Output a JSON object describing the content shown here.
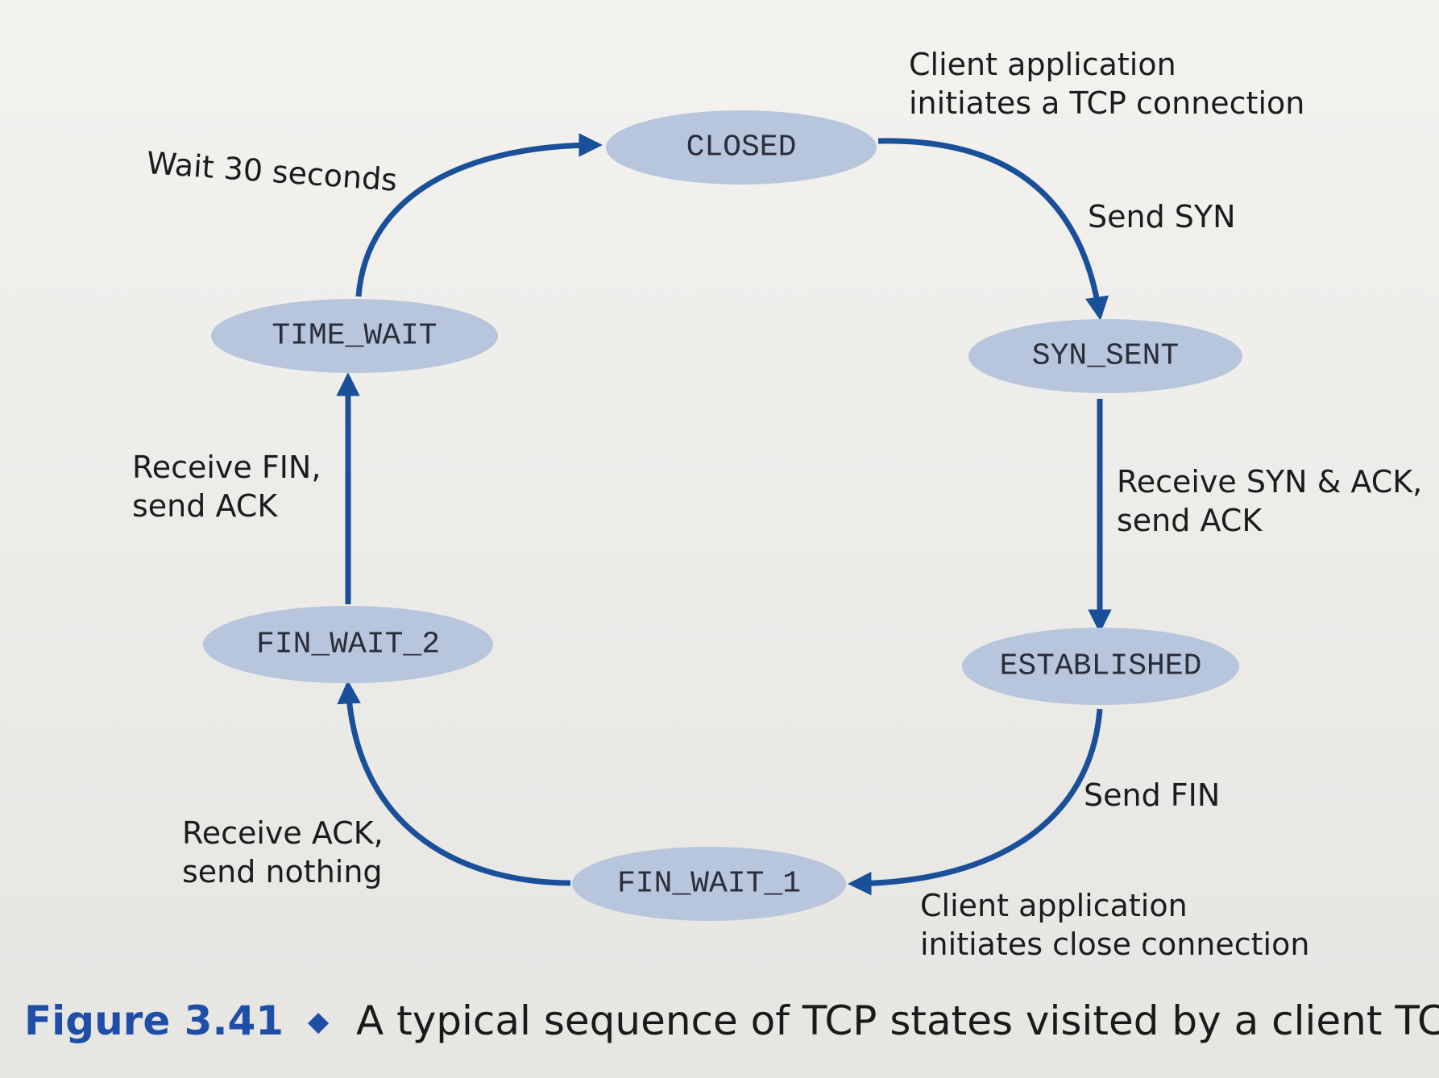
{
  "colors": {
    "state_fill": "#b7c6dc",
    "arrow": "#1a4f99",
    "caption_accent": "#1f4ea8"
  },
  "states": {
    "closed": "CLOSED",
    "syn_sent": "SYN_SENT",
    "established": "ESTABLISHED",
    "fin_wait_1": "FIN_WAIT_1",
    "fin_wait_2": "FIN_WAIT_2",
    "time_wait": "TIME_WAIT"
  },
  "transitions": {
    "client_initiates_connection": [
      "Client application",
      "initiates a TCP connection"
    ],
    "send_syn": "Send SYN",
    "receive_syn_ack": [
      "Receive SYN & ACK,",
      "send ACK"
    ],
    "send_fin": "Send FIN",
    "client_initiates_close": [
      "Client application",
      "initiates close connection"
    ],
    "receive_ack": [
      "Receive ACK,",
      "send nothing"
    ],
    "receive_fin": [
      "Receive FIN,",
      "send ACK"
    ],
    "wait_30": "Wait 30 seconds"
  },
  "caption": {
    "figure": "Figure 3.41",
    "symbol": "◆",
    "text": "A typical sequence of TCP states visited by a client TCP"
  }
}
